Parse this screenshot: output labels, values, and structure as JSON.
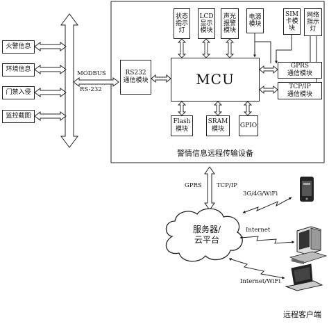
{
  "left_modules": [
    {
      "label": "火警信息"
    },
    {
      "label": "环境信息"
    },
    {
      "label": "门禁入侵"
    },
    {
      "label": "监控截图"
    }
  ],
  "bus": {
    "line1": "MODBUS",
    "line2": "RS-232"
  },
  "rs232_module": {
    "line1": "RS232",
    "line2": "通信模块"
  },
  "top_modules": [
    {
      "lines": [
        "状态",
        "指示",
        "灯"
      ]
    },
    {
      "lines": [
        "LCD",
        "显示",
        "模块"
      ]
    },
    {
      "lines": [
        "声光",
        "报警",
        "模块"
      ]
    },
    {
      "lines": [
        "电源",
        "模块"
      ]
    },
    {
      "lines": [
        "SIM",
        "卡模",
        "块"
      ]
    },
    {
      "lines": [
        "网络",
        "指示",
        "灯"
      ]
    }
  ],
  "mcu": {
    "label": "MCU"
  },
  "right_modules": [
    {
      "line1": "GPRS",
      "line2": "通信模块"
    },
    {
      "line1": "TCP/IP",
      "line2": "通信模块"
    }
  ],
  "bottom_modules": [
    {
      "line1": "Flash",
      "line2": "模块"
    },
    {
      "line1": "SRAM",
      "line2": "模块"
    },
    {
      "line1": "GPIO",
      "line2": ""
    }
  ],
  "device_title": "警情信息远程传输设备",
  "link_labels": {
    "gprs": "GPRS",
    "tcpip": "TCP/IP",
    "mobile": "3G/4G/WiFi",
    "internet": "Internet",
    "internet_wifi": "Internet/WiFi"
  },
  "cloud": {
    "line1": "服务器/",
    "line2": "云平台"
  },
  "client_caption": "远程客户端",
  "icons": [
    "double-arrow-icon",
    "lightning-arrow-icon",
    "cloud-icon",
    "phone-icon",
    "desktop-computer-icon",
    "laptop-icon"
  ]
}
